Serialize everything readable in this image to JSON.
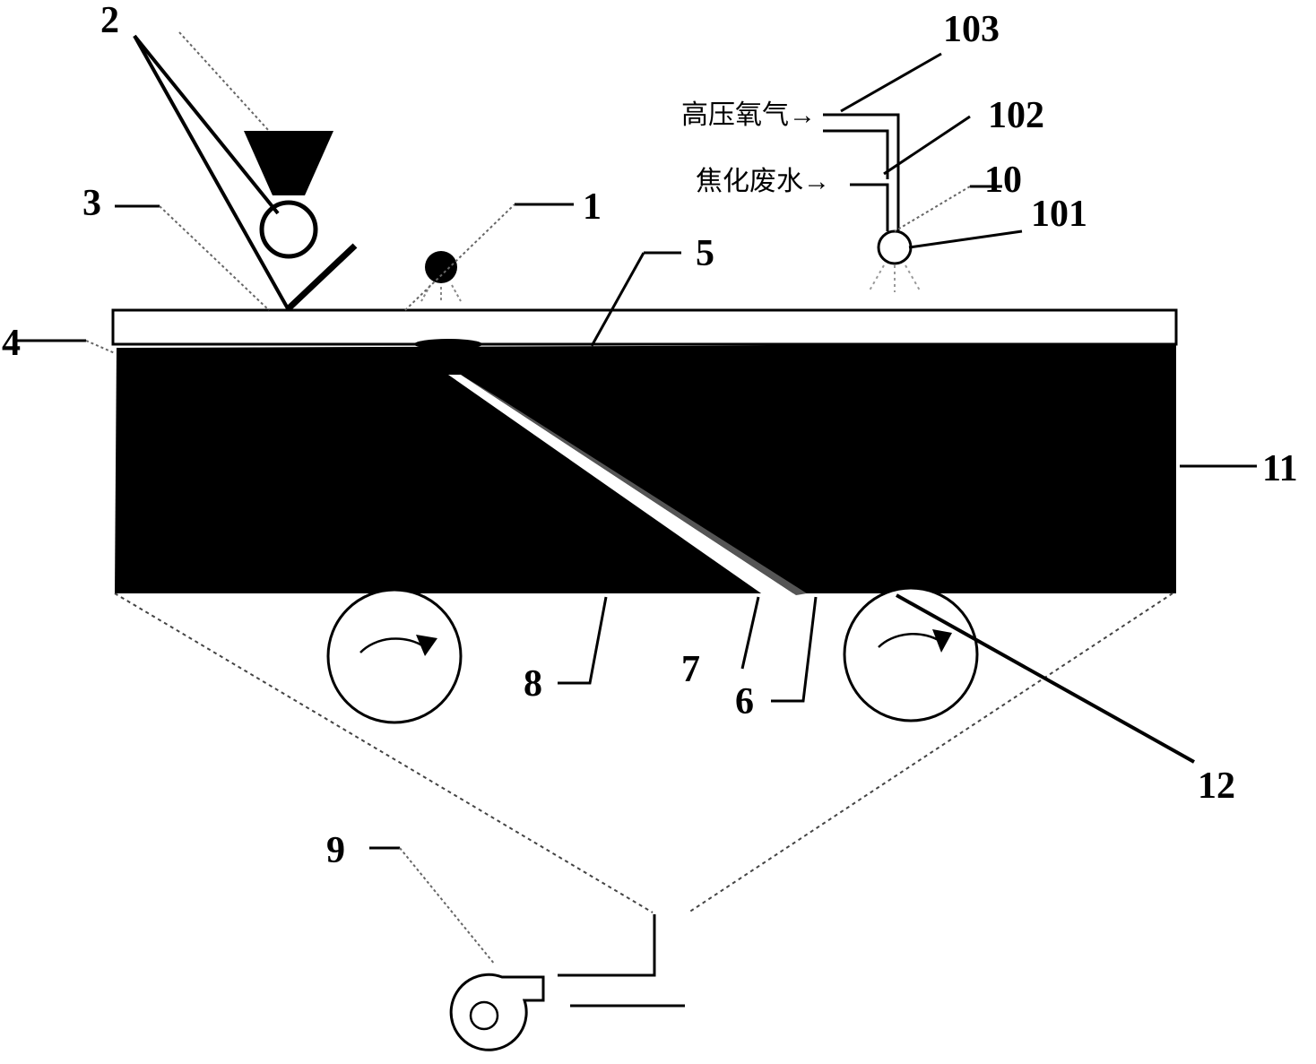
{
  "diagram": {
    "labels": {
      "l1": "1",
      "l2": "2",
      "l3": "3",
      "l4": "4",
      "l5": "5",
      "l6": "6",
      "l7": "7",
      "l8": "8",
      "l9": "9",
      "l10": "10",
      "l11": "11",
      "l12": "12",
      "l101": "101",
      "l102": "102",
      "l103": "103"
    },
    "inputs": {
      "oxygen": "高压氧气→",
      "wastewater": "焦化废水→"
    }
  }
}
